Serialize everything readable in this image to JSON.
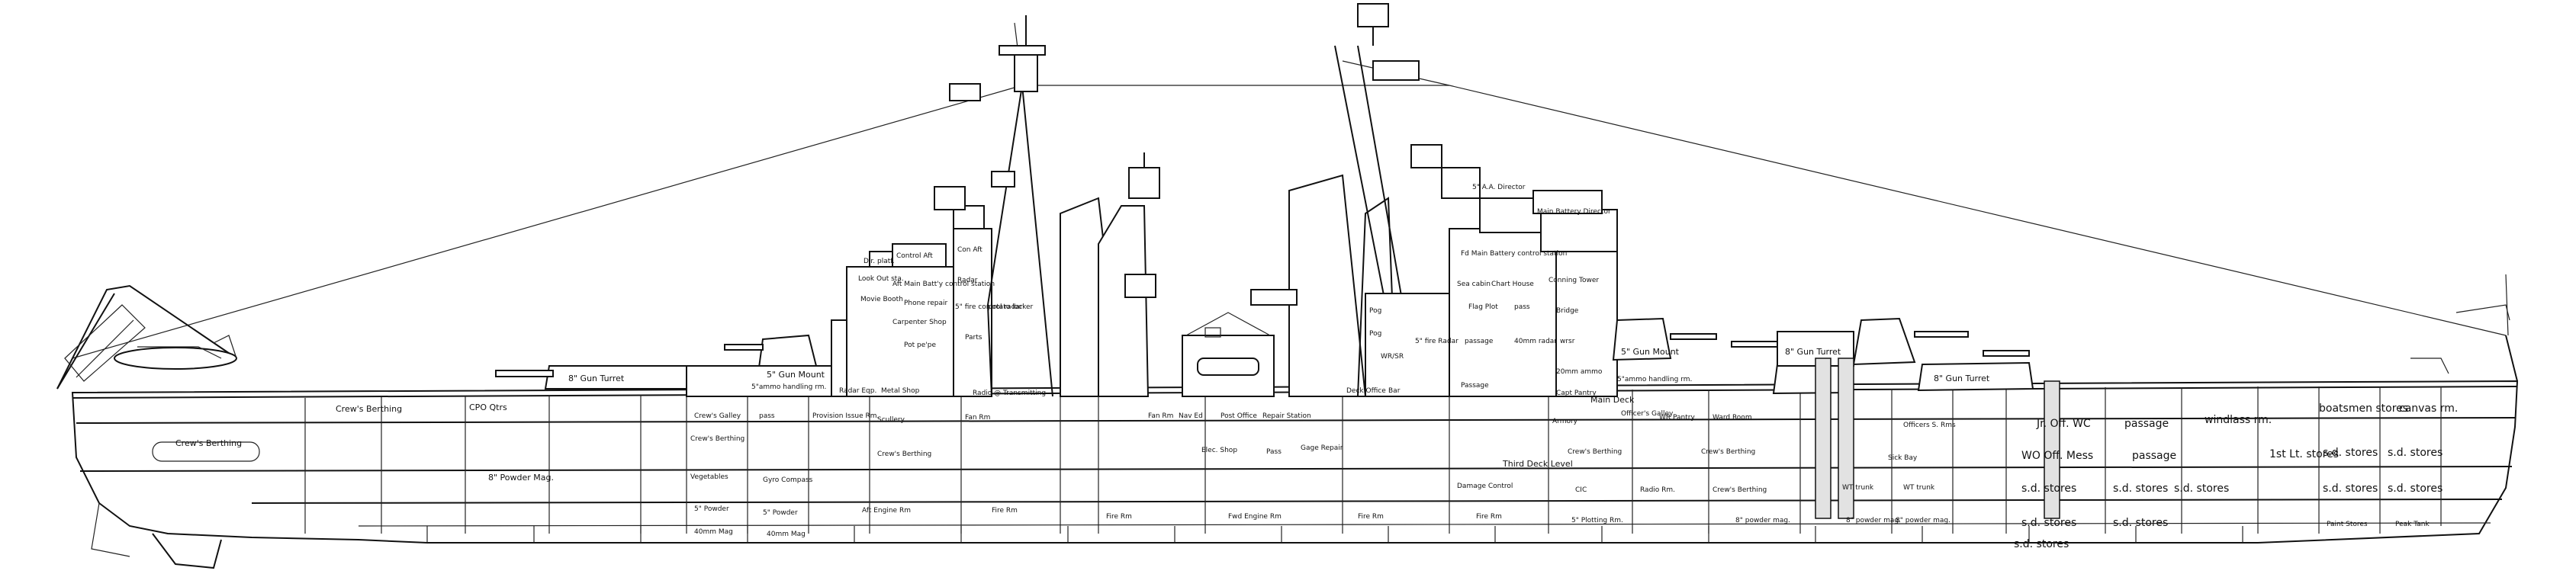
{
  "labels": {
    "turret_aft_2": "8\" Gun Turret",
    "turret_fwd_1": "8\" Gun Turret",
    "turret_fwd_2": "8\" Gun Turret",
    "mount_5in_aft": "5\" Gun Mount",
    "mount_5in_fwd": "5\" Gun Mount",
    "crews_berthing_1": "Crew's Berthing",
    "cpo_qtrs": "CPO Qtrs",
    "crews_berthing_2": "Crew's Berthing",
    "powder_mag_8in_aft": "8\" Powder Mag.",
    "movie_booth": "Movie Booth",
    "lookout": "Look Out sta.",
    "dir_platf": "Dir. platf.",
    "control_aft": "Control Aft",
    "aft_main_batt": "Aft Main Batt'y control station",
    "con_aft": "Con Aft",
    "radar": "Radar",
    "carpenter_shop": "Carpenter Shop",
    "phone_repair": "Phone repair",
    "pot_pe": "Pot pe'pe",
    "fire_control_radar": "5\" fire control radar",
    "potato_locker": "potato locker",
    "parts": "Parts",
    "pisonne_handling": "5\"ammo handling rm.",
    "radar_eqp": "Radar Eqp.",
    "metal_shop": "Metal Shop",
    "radio_transmitting": "Radio @ Transmitting",
    "crews_galley": "Crew's Galley",
    "pass_1": "pass",
    "provision_issue": "Provision Issue Rm.",
    "scullery": "Scullery",
    "fan_rm_1": "Fan Rm",
    "crews_berthing_3": "Crew's Berthing",
    "crews_berthing_4": "Crew's Berthing",
    "vegetables": "Vegetables",
    "gyro_compass": "Gyro Compass",
    "powder_5in_1": "5\" Powder",
    "powder_5in_2": "5\" Powder",
    "mag_40mm_1": "40mm Mag",
    "mag_40mm_2": "40mm Mag",
    "aft_engine_rm": "Aft Engine Rm",
    "fire_rm_1": "Fire Rm",
    "fan_rm_2": "Fan Rm",
    "nav_ed": "Nav Ed",
    "post_office": "Post Office",
    "repair_station": "Repair Station",
    "elec_shop": "Elec. Shop",
    "pass_2": "Pass",
    "gage_repair": "Gage Repair",
    "fire_rm_2": "Fire Rm",
    "fwd_engine_rm": "Fwd Engine Rm",
    "fire_rm_3": "Fire Rm",
    "fire_rm_4": "Fire Rm",
    "director_aa": "5\" A.A. Director",
    "main_batt_director": "Main Battery Director",
    "fwd_main_batt": "Fd Main Battery control station",
    "sea_cabin": "Sea cabin",
    "chart_house": "Chart House",
    "conning_tower": "Conning Tower",
    "flag_plot": "Flag Plot",
    "pass_3": "pass",
    "bridge": "Bridge",
    "passage_1": "passage",
    "radar_40mm": "40mm radar",
    "wrsr_1": "wrsr",
    "wrsr_2": "WR/SR",
    "fire_radar_5in": "5\" fire Radar",
    "deck_office": "Deck Office",
    "bar": "Bar",
    "passage_2": "Passage",
    "ammo_20mm": "20mm ammo",
    "capt_pantry": "Capt Pantry",
    "ammo_5in_handling": "5\"ammo handling rm.",
    "main_deck": "Main Deck",
    "pog_1": "Pog",
    "pog_2": "Pog",
    "wr_pantry": "WR Pantry",
    "ward_room": "Ward Room",
    "officers_galley": "Officer's Galley",
    "armory": "Armory",
    "crews_berthing_5": "Crew's Berthing",
    "crews_berthing_6": "Crew's Berthing",
    "third_deck_level": "Third Deck Level",
    "damage_control": "Damage Control",
    "cic": "CIC",
    "radio_rm": "Radio Rm.",
    "crews_berthing_7": "Crew's Berthing",
    "plotting_rm": "5\" Plotting Rm.",
    "powder_mag_8in_1": "8\" powder mag.",
    "powder_mag_8in_2": "8\" powder mag.",
    "powder_mag_8in_3": "8\" powder mag.",
    "officers_sr": "Officers S. Rms",
    "sick_bay": "Sick Bay",
    "wt_trunk_1": "WT trunk",
    "wt_trunk_2": "WT trunk",
    "jr_off_wc": "Jr. Off. WC",
    "wo_off_mess": "WO Off. Mess",
    "passage_3": "passage",
    "passage_4": "passage",
    "windlass_rm": "windlass rm.",
    "boatsmen_stores": "boatsmen stores",
    "canvas_rm": "canvas rm.",
    "first_lt_stores": "1st Lt. stores",
    "sd_stores_1": "s.d. stores",
    "sd_stores_2": "s.d. stores",
    "sd_stores_3": "s.d. stores",
    "sd_stores_4": "s.d. stores",
    "sd_stores_5": "s.d. stores",
    "sd_stores_6": "s.d. stores",
    "sd_stores_7": "s.d. stores",
    "sd_stores_8": "s.d. stores",
    "sd_stores_9": "s.d. stores",
    "sd_stores_10": "s.d. stores",
    "paint_stores": "Paint Stores",
    "peak_tank": "Peak Tank"
  }
}
